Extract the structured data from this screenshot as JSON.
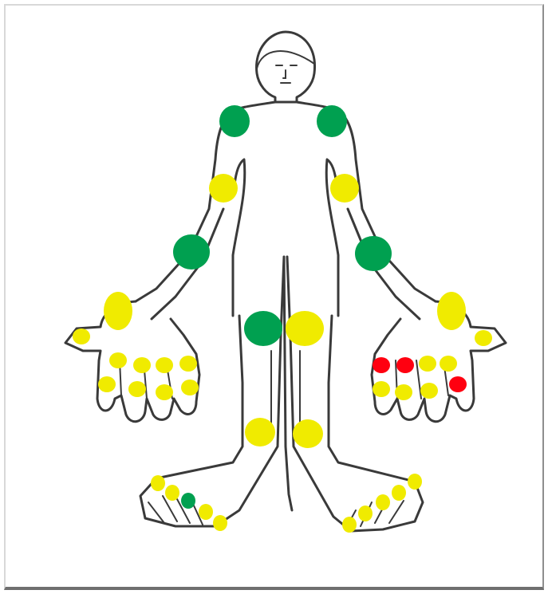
{
  "figure": {
    "description_label": ""
  },
  "colors": {
    "healthy": "#00a050",
    "mild": "#f0eb00",
    "severe": "#ff0010",
    "outline": "#3a3a3a"
  },
  "joints": {
    "shoulder_right": "healthy",
    "shoulder_left": "healthy",
    "elbow_right": "mild",
    "elbow_left": "mild",
    "wrist_right": "healthy",
    "wrist_left": "healthy",
    "hip_right": "healthy",
    "hip_left": "mild",
    "knee_right": "mild",
    "knee_left": "mild",
    "thumb_cmc_right": "mild",
    "thumb_cmc_left": "mild",
    "thumb_ip_right": "mild",
    "thumb_ip_left": "mild",
    "mcp_right": [
      "mild",
      "mild",
      "mild",
      "mild"
    ],
    "pip_right": [
      "mild",
      "mild",
      "mild",
      "mild"
    ],
    "mcp_left": [
      "severe",
      "severe",
      "mild",
      "mild"
    ],
    "pip_left": [
      "mild",
      "mild",
      "mild",
      "severe"
    ],
    "toes_right": [
      "mild",
      "mild",
      "healthy",
      "mild",
      "mild"
    ],
    "toes_left": [
      "mild",
      "mild",
      "mild",
      "mild",
      "mild"
    ]
  }
}
